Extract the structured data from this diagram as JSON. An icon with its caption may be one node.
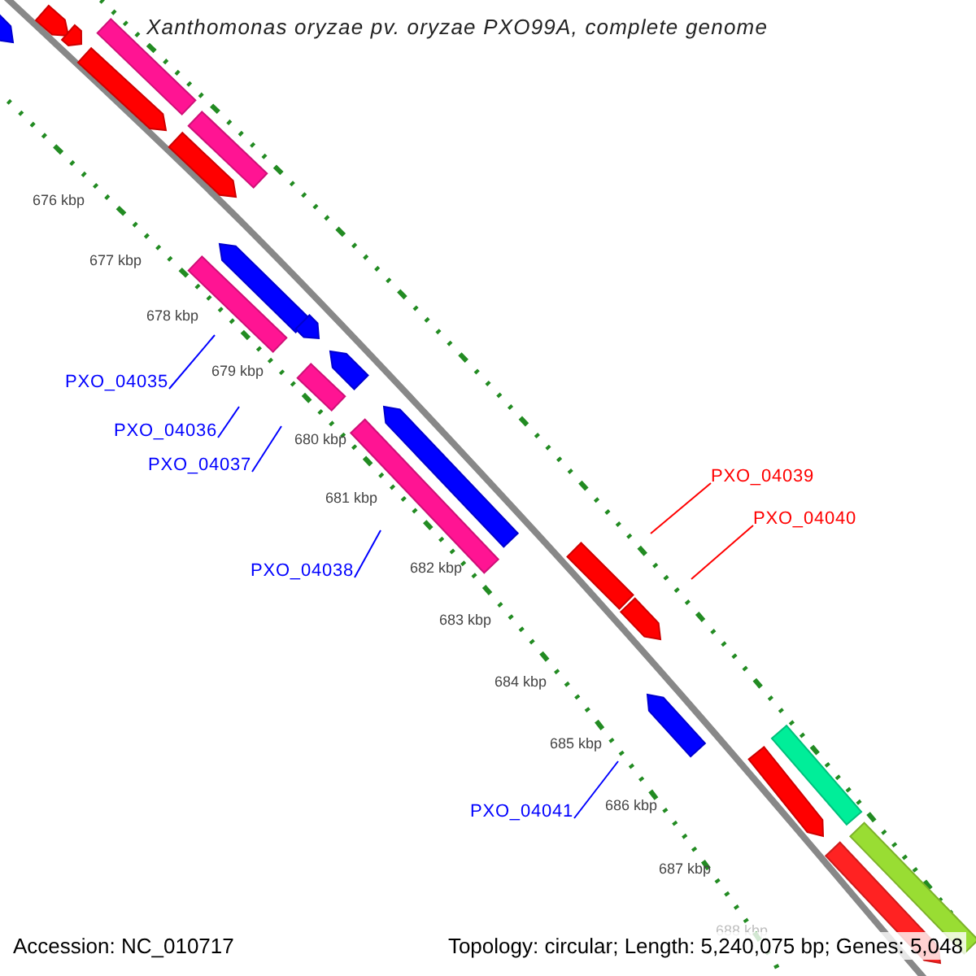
{
  "diagram": {
    "title": "Xanthomonas oryzae pv. oryzae PXO99A, complete genome",
    "nodes": [
      {
        "text": [
          "PXO_04035"
        ]
      },
      {
        "text": [
          "PXO_04036"
        ]
      },
      {
        "text": [
          "PXO_04037"
        ]
      },
      {
        "text": [
          "PXO_04038"
        ]
      },
      {
        "text": [
          "PXO_04039"
        ]
      },
      {
        "text": [
          "PXO_04040"
        ]
      },
      {
        "text": [
          "PXO_04041"
        ]
      }
    ],
    "edges": [
      {
        "from": 0,
        "to": null,
        "arrow": "none"
      },
      {
        "from": 1,
        "to": null,
        "arrow": "none"
      },
      {
        "from": 2,
        "to": null,
        "arrow": "none"
      },
      {
        "from": 3,
        "to": null,
        "arrow": "none"
      },
      {
        "from": 4,
        "to": null,
        "arrow": "none",
        "color": "#ff0000"
      },
      {
        "from": 5,
        "to": null,
        "arrow": "none",
        "color": "#ff0000"
      },
      {
        "from": 6,
        "to": null,
        "arrow": "none"
      }
    ],
    "labels": [
      "676 kbp",
      "677 kbp",
      "678 kbp",
      "679 kbp",
      "680 kbp",
      "681 kbp",
      "682 kbp",
      "683 kbp",
      "684 kbp",
      "685 kbp",
      "686 kbp",
      "687 kbp",
      "688 kbp",
      "Accession: NC_010717",
      "Topology: circular; Length: 5,240,075 bp; Genes: 5,048"
    ]
  }
}
